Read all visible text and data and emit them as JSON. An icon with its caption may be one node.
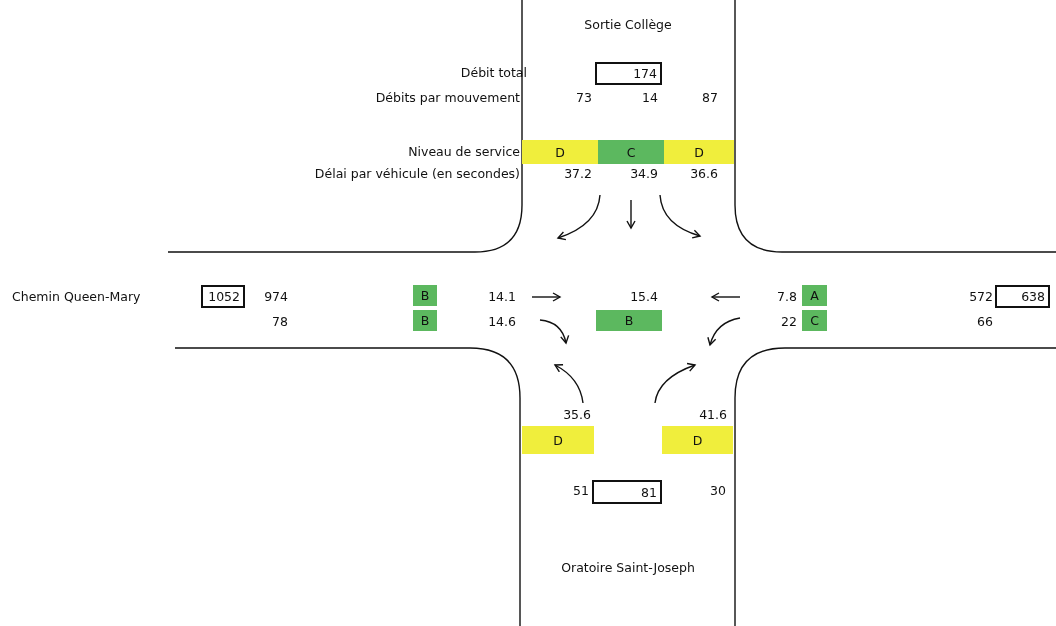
{
  "diagram": {
    "nodes": [
      {
        "text": [
          "174"
        ]
      },
      {
        "text": [
          "D"
        ]
      },
      {
        "text": [
          "C"
        ]
      },
      {
        "text": [
          "D"
        ]
      },
      {
        "text": [
          "1052"
        ]
      },
      {
        "text": [
          "B"
        ]
      },
      {
        "text": [
          "B"
        ]
      },
      {
        "text": [
          "B"
        ]
      },
      {
        "text": [
          "A"
        ]
      },
      {
        "text": [
          "C"
        ]
      },
      {
        "text": [
          "638"
        ]
      },
      {
        "text": [
          "D"
        ]
      },
      {
        "text": [
          "D"
        ]
      },
      {
        "text": [
          "81"
        ]
      }
    ],
    "edges": [],
    "labels": [
      "Sortie Collège",
      "Débit total",
      "Débits par mouvement",
      "73",
      "14",
      "87",
      "Niveau de service",
      "Délai par véhicule (en secondes)",
      "37.2",
      "34.9",
      "36.6",
      "Chemin Queen-Mary",
      "974",
      "14.1",
      "15.4",
      "7.8",
      "572",
      "78",
      "14.6",
      "22",
      "66",
      "35.6",
      "41.6",
      "51",
      "30",
      "Oratoire Saint-Joseph"
    ]
  }
}
